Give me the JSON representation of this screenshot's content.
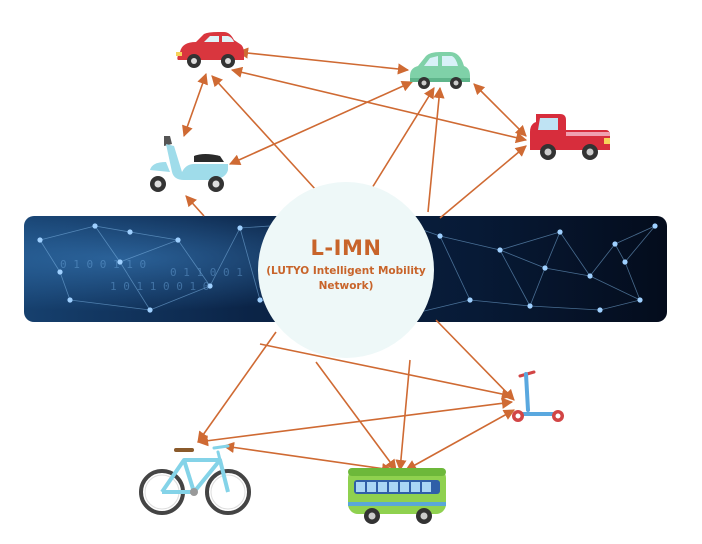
{
  "hub": {
    "title": "L-IMN",
    "subtitle": "(LUTYO Intelligent Mobility Network)"
  },
  "colors": {
    "arrow": "#cf6a33",
    "hub_fill": "#eef8f8",
    "banner_dark": "#07142a",
    "banner_glow": "#2a6fb0",
    "network_line": "#7fb6e6"
  },
  "nodes": [
    {
      "id": "red-car",
      "icon": "red-car-icon"
    },
    {
      "id": "green-car",
      "icon": "green-car-icon"
    },
    {
      "id": "pickup-truck",
      "icon": "pickup-truck-icon"
    },
    {
      "id": "scooter",
      "icon": "scooter-icon"
    },
    {
      "id": "kick-scooter",
      "icon": "kick-scooter-icon"
    },
    {
      "id": "bicycle",
      "icon": "bicycle-icon"
    },
    {
      "id": "bus",
      "icon": "bus-icon"
    }
  ]
}
